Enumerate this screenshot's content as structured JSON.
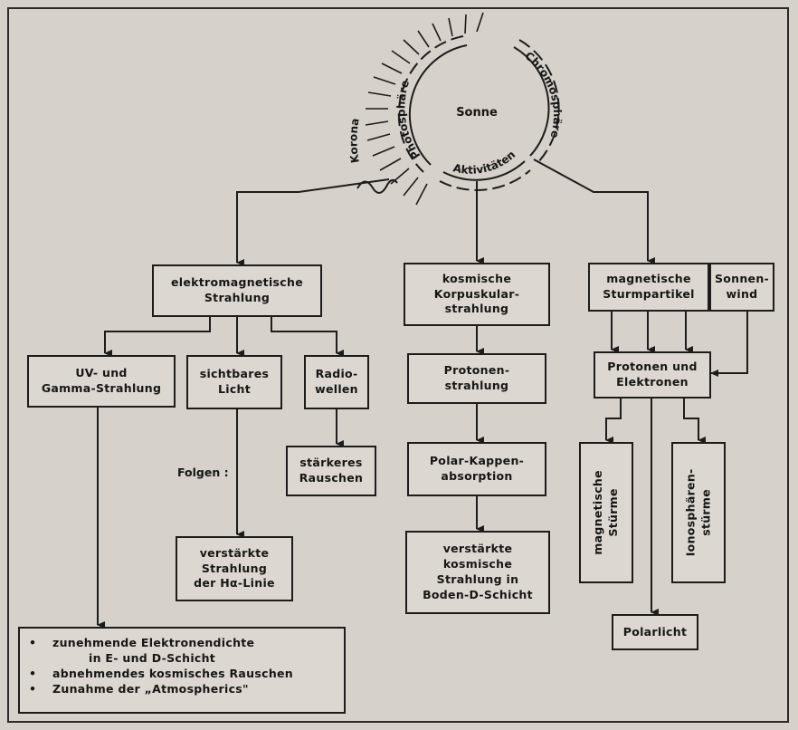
{
  "sun": {
    "center": "Sonne",
    "korona": "Korona",
    "photosphaere": "Photosphäre",
    "chromosphaere": "Chromosphäre",
    "aktivitaeten": "Aktivitäten"
  },
  "boxes": {
    "em": "elektromagnetische\nStrahlung",
    "kosmisch": "kosmische\nKorpuskular-\nstrahlung",
    "magnetisch": "magnetische\nSturmpartikel",
    "sonnenwind": "Sonnen-\nwind",
    "uv": "UV- und\nGamma-Strahlung",
    "licht": "sichtbares\nLicht",
    "radio": "Radio-\nwellen",
    "protonen_str": "Protonen-\nstrahlung",
    "prot_elek": "Protonen und\nElektronen",
    "rauschen": "stärkeres\nRauschen",
    "pca": "Polar-Kappen-\nabsorption",
    "mag_stuerme": "magnetische\nStürme",
    "iono_stuerme": "Ionosphären-\nstürme",
    "halpha": "verstärkte\nStrahlung\nder Hα-Linie",
    "kosm_boden": "verstärkte\nkosmische\nStrahlung in\nBoden-D-Schicht",
    "polarlicht": "Polarlicht"
  },
  "folgen": "Folgen :",
  "uv_effects": {
    "item1": "zunehmende Elektronendichte",
    "item1b": "in E- und D-Schicht",
    "item2": "abnehmendes kosmisches Rauschen",
    "item3": "Zunahme der „Atmospherics\""
  }
}
